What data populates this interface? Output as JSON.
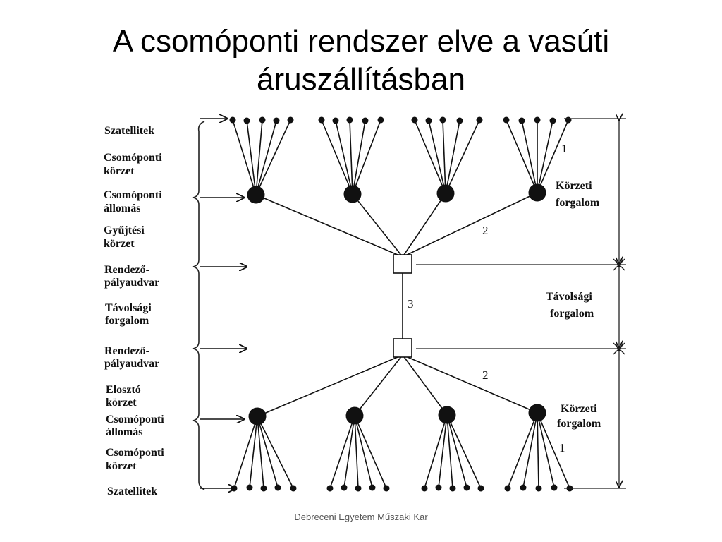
{
  "slide": {
    "title_line1": "A csomóponti rendszer elve a vasúti",
    "title_line2": "áruszállításban",
    "footer": "Debreceni Egyetem Műszaki Kar"
  },
  "diagram": {
    "left_labels": {
      "szatellitek_top": "Szatellitek",
      "csomoponti_korzet_top_1": "Csomóponti",
      "csomoponti_korzet_top_2": "körzet",
      "csomoponti_allomas_top_1": "Csomóponti",
      "csomoponti_allomas_top_2": "állomás",
      "gyujtesi_korzet_1": "Gyűjtési",
      "gyujtesi_korzet_2": "körzet",
      "rendezo_top_1": "Rendező-",
      "rendezo_top_2": "pályaudvar",
      "tavolsagi_left_1": "Távolsági",
      "tavolsagi_left_2": "forgalom",
      "rendezo_bottom_1": "Rendező-",
      "rendezo_bottom_2": "pályaudvar",
      "eloszto_korzet_1": "Elosztó",
      "eloszto_korzet_2": "körzet",
      "csomoponti_allomas_bottom_1": "Csomóponti",
      "csomoponti_allomas_bottom_2": "állomás",
      "csomoponti_korzet_bottom_1": "Csomóponti",
      "csomoponti_korzet_bottom_2": "körzet",
      "szatellitek_bottom": "Szatellitek"
    },
    "right_labels": {
      "korzeti_top_1": "Körzeti",
      "korzeti_top_2": "forgalom",
      "tavolsagi_1": "Távolsági",
      "tavolsagi_2": "forgalom",
      "korzeti_bottom_1": "Körzeti",
      "korzeti_bottom_2": "forgalom"
    },
    "numbers": {
      "top_1": "1",
      "top_2": "2",
      "mid_3": "3",
      "bottom_2": "2",
      "bottom_1": "1"
    }
  }
}
